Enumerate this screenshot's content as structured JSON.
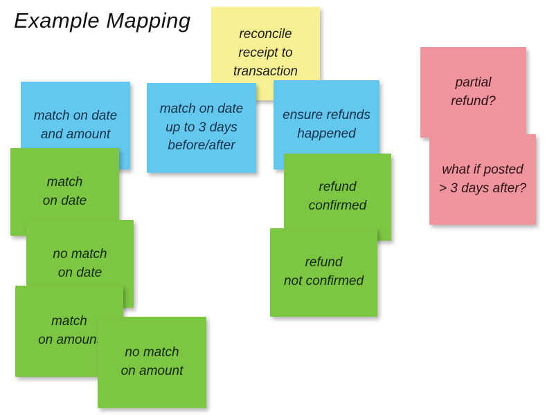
{
  "title": "Example Mapping",
  "palette": {
    "background": "#ffffff",
    "yellow_note": "#f7f194",
    "blue_note": "#64c8ee",
    "green_note": "#7dc643",
    "pink_note": "#f0949e",
    "note_text": "#1a1a1a",
    "title_text": "#111111"
  },
  "notes": {
    "reconcile": {
      "text": "reconcile\nreceipt to\ntransaction",
      "color": "yellow"
    },
    "match_date_amount": {
      "text": "match on date\nand amount",
      "color": "blue"
    },
    "match_date_3days": {
      "text": "match on date\nup to 3 days\nbefore/after",
      "color": "blue"
    },
    "ensure_refunds": {
      "text": "ensure refunds\nhappened",
      "color": "blue"
    },
    "match_on_date": {
      "text": "match\non date",
      "color": "green"
    },
    "no_match_on_date": {
      "text": "no match\non date",
      "color": "green"
    },
    "match_on_amount": {
      "text": "match\non amount",
      "color": "green"
    },
    "no_match_on_amount": {
      "text": "no match\non amount",
      "color": "green"
    },
    "refund_confirmed": {
      "text": "refund\nconfirmed",
      "color": "green"
    },
    "refund_not_confirmed": {
      "text": "refund\nnot confirmed",
      "color": "green"
    },
    "partial_refund": {
      "text": "partial\nrefund?",
      "color": "pink"
    },
    "posted_3_days_after": {
      "text": "what if posted\n> 3 days after?",
      "color": "pink"
    }
  }
}
